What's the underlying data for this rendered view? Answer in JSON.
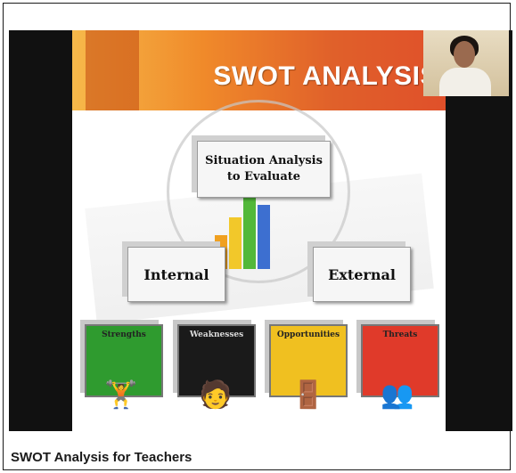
{
  "slide": {
    "title": "SWOT ANALYSIS",
    "top_box": "Situation Analysis to Evaluate",
    "internal": "Internal",
    "external": "External",
    "categories": [
      {
        "label": "Strengths",
        "color": "#2f9b2f"
      },
      {
        "label": "Weaknesses",
        "color": "#1a1a1a"
      },
      {
        "label": "Opportunities",
        "color": "#f0c020"
      },
      {
        "label": "Threats",
        "color": "#e03a2a"
      }
    ]
  },
  "video": {
    "caption": "SWOT Analysis for Teachers"
  },
  "icons": [
    "presenter-webcam-thumbnail",
    "bar-chart-illustration",
    "magnifier-illustration"
  ]
}
